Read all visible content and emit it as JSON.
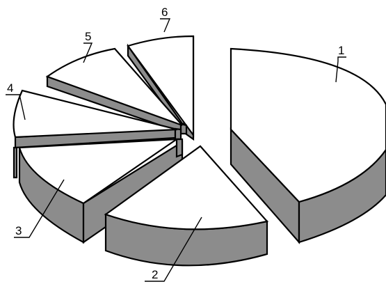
{
  "labels": {
    "l1": "1",
    "l2": "2",
    "l3": "3",
    "l4": "4",
    "l5": "5",
    "l6": "6"
  },
  "colors": {
    "top": "#ffffff",
    "side": "#8c8c8c",
    "outline": "#000000"
  }
}
